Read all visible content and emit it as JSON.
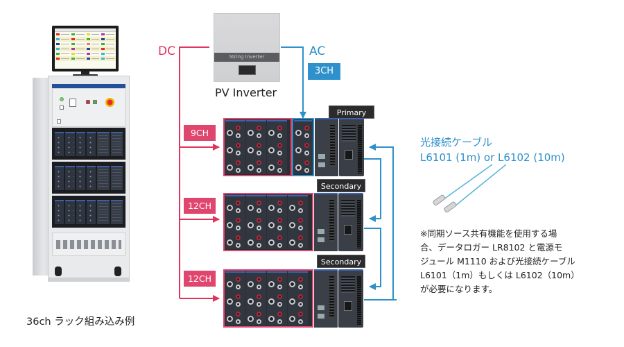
{
  "rack": {
    "caption": "36ch ラック組み込み例",
    "monitor_swatches": [
      "#d92b2b",
      "#3cae3c",
      "#e8d832",
      "#a03aa5",
      "#38b6d8",
      "#d92b2b",
      "#3cae3c",
      "#2a3c9e",
      "#2a3c9e",
      "#3cae3c",
      "#e87a7a",
      "#3cae3c",
      "#38b6d8",
      "#a03aa5",
      "#2a3c9e",
      "#d92b2b",
      "#3cae3c",
      "#e8d832",
      "#a03aa5",
      "#38b6d8",
      "#d92b2b",
      "#3cae3c",
      "#2a3c9e",
      "#38b6d8"
    ]
  },
  "inverter": {
    "strip_text": "String Inverter",
    "label": "PV Inverter"
  },
  "lines": {
    "dc_label": "DC",
    "ac_label": "AC",
    "ac_channels": "3CH",
    "dc_color": "#e0345c",
    "ac_color": "#2e8fc9"
  },
  "units": [
    {
      "role": "Primary",
      "dc_channels": "9CH",
      "dc_modules": 3,
      "ac_modules": 1
    },
    {
      "role": "Secondary",
      "dc_channels": "12CH",
      "dc_modules": 4,
      "ac_modules": 0
    },
    {
      "role": "Secondary",
      "dc_channels": "12CH",
      "dc_modules": 4,
      "ac_modules": 0
    }
  ],
  "cable": {
    "title_line1": "光接続ケーブル",
    "title_line2": "L6101 (1m) or L6102 (10m)"
  },
  "note": {
    "lines": [
      "※同期ソース共有機能を使用する場",
      "合、データロガー LR8102 と電源モ",
      "ジュール M1110 および光接続ケーブル",
      "L6101（1m）もしくは L6102（10m）",
      "が必要になります。"
    ]
  }
}
